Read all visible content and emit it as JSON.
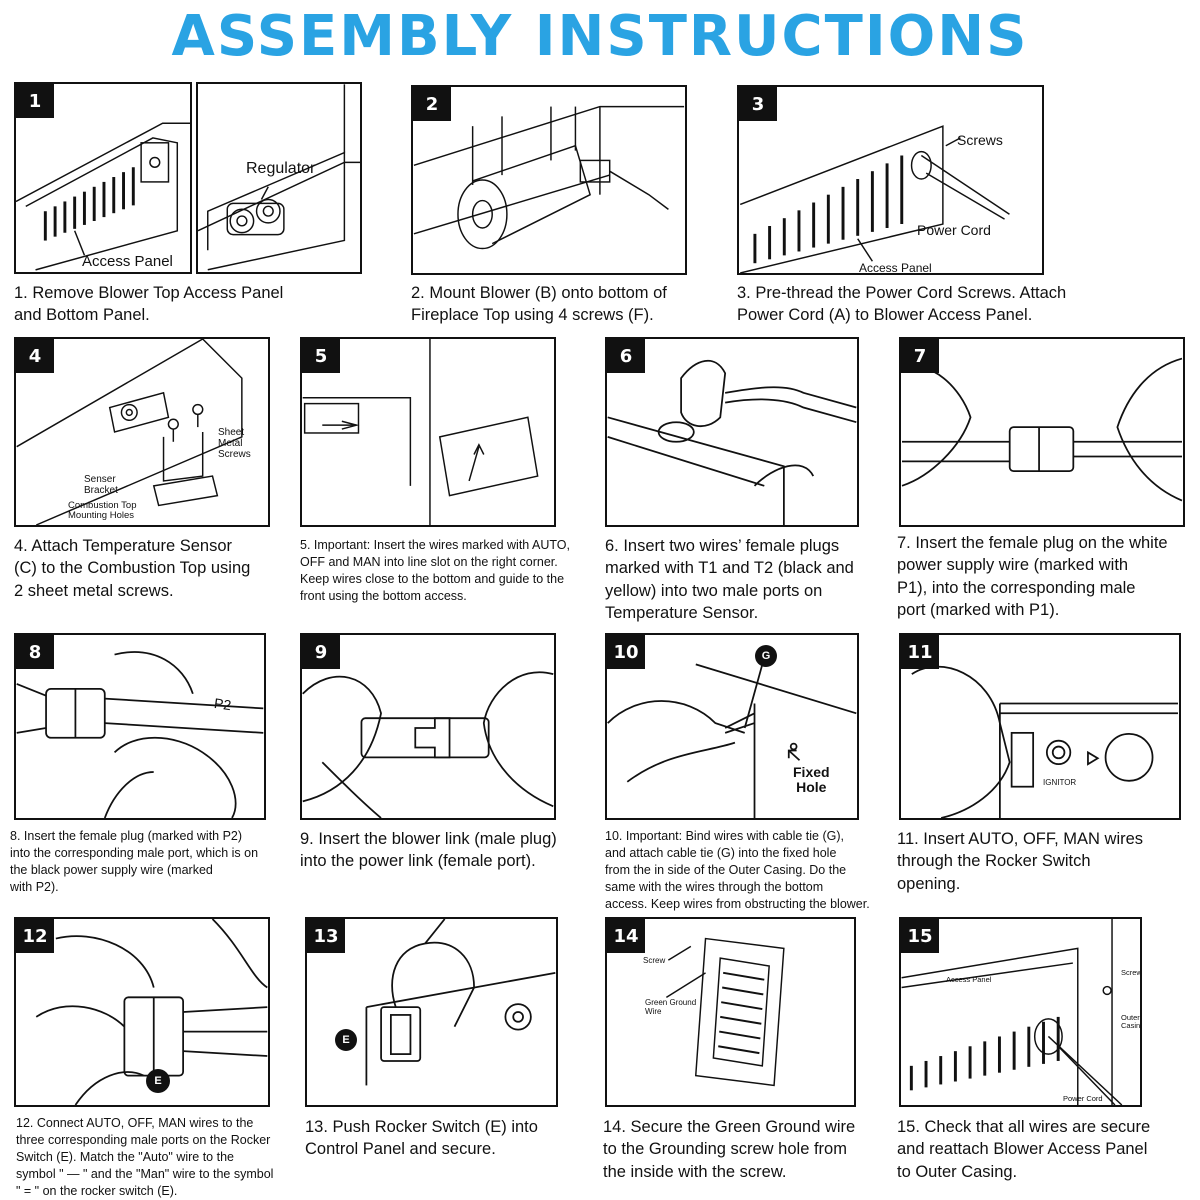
{
  "title": "ASSEMBLY INSTRUCTIONS",
  "steps": [
    {
      "num": "1",
      "caption": "1. Remove Blower Top Access Panel\n and Bottom Panel.",
      "labels": [
        "Access Panel",
        "Regulator"
      ]
    },
    {
      "num": "2",
      "caption": "2. Mount Blower (B) onto bottom of\nFireplace Top using 4 screws (F).",
      "labels": []
    },
    {
      "num": "3",
      "caption": "3. Pre-thread the Power Cord Screws. Attach\nPower Cord (A) to Blower Access Panel.",
      "labels": [
        "Screws",
        "Power Cord",
        "Access Panel"
      ]
    },
    {
      "num": "4",
      "caption": "4. Attach Temperature Sensor\n(C) to the Combustion Top using\n2 sheet metal screws.",
      "labels": [
        "Sheet\nMetal\nScrews",
        "Senser\nBracket",
        "Combustion Top\nMounting Holes"
      ]
    },
    {
      "num": "5",
      "caption": "5. Important: Insert the wires marked with AUTO,\nOFF and MAN into line slot on the right corner.\nKeep wires close to the bottom and guide to the\nfront using the bottom access.",
      "labels": []
    },
    {
      "num": "6",
      "caption": "6. Insert two wires’ female plugs\nmarked with T1 and T2 (black and\nyellow) into two male ports on\nTemperature Sensor.",
      "labels": []
    },
    {
      "num": "7",
      "caption": "7. Insert the female plug on the white\npower supply wire (marked with\nP1), into the corresponding male\nport (marked with P1).",
      "labels": []
    },
    {
      "num": "8",
      "caption": "8. Insert the female plug (marked with P2)\ninto the corresponding male port, which is on\nthe black power supply wire (marked\nwith P2).",
      "labels": [
        "P2"
      ]
    },
    {
      "num": "9",
      "caption": "9. Insert the blower link (male plug)\ninto the power link (female port).",
      "labels": []
    },
    {
      "num": "10",
      "caption": "10. Important: Bind wires with cable tie (G),\nand attach cable tie (G) into the fixed hole\nfrom the in side of the Outer Casing. Do the\nsame with the wires through the bottom\naccess. Keep wires from obstructing the blower.",
      "labels": [
        "G",
        "Fixed\nHole"
      ]
    },
    {
      "num": "11",
      "caption": "11. Insert AUTO, OFF, MAN wires\nthrough the Rocker Switch\nopening.",
      "labels": [
        "IGNITOR"
      ]
    },
    {
      "num": "12",
      "caption": "12. Connect AUTO, OFF, MAN wires to the\nthree corresponding male ports on the Rocker\nSwitch (E). Match the \"Auto\" wire to the\nsymbol \" — \" and the \"Man\" wire to the symbol\n\" = \" on the rocker switch (E).",
      "labels": [
        "E"
      ]
    },
    {
      "num": "13",
      "caption": "13. Push Rocker Switch (E) into\nControl Panel and secure.",
      "labels": [
        "E"
      ]
    },
    {
      "num": "14",
      "caption": "14. Secure the Green Ground wire\nto the Grounding screw hole from\nthe inside with the screw.",
      "labels": [
        "Screw",
        "Green Ground\nWire"
      ]
    },
    {
      "num": "15",
      "caption": "15. Check that all wires are secure\nand reattach Blower Access Panel\nto Outer Casing.",
      "labels": [
        "Access Panel",
        "Screw",
        "Outer\nCasing",
        "Power Cord"
      ]
    }
  ]
}
